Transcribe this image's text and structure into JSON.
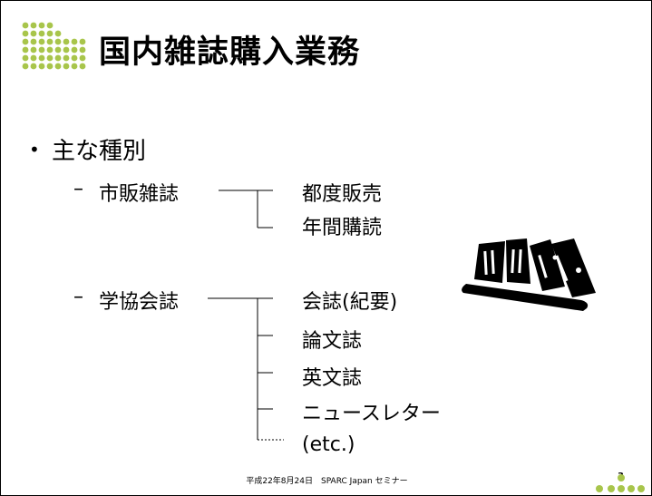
{
  "slide": {
    "title": "国内雑誌購入業務",
    "bullet": "主な種別",
    "groups": [
      {
        "dash": "–",
        "label": "市販雑誌",
        "items": [
          "都度販売",
          "年間購読"
        ]
      },
      {
        "dash": "–",
        "label": "学協会誌",
        "items": [
          "会誌(紀要)",
          "論文誌",
          "英文誌",
          "ニュースレター",
          "(etc.)"
        ]
      }
    ],
    "footer": "平成22年8月24日　SPARC Japan セミナー",
    "page_number": "3"
  },
  "colors": {
    "dots": "#a8c54b",
    "text": "#000000",
    "border": "#000000",
    "icon": "#000000"
  },
  "icons": {
    "logo": "green-dot-grid-icon",
    "footer_logo": "green-dot-row-icon",
    "illustration": "books-on-shelf-icon"
  }
}
